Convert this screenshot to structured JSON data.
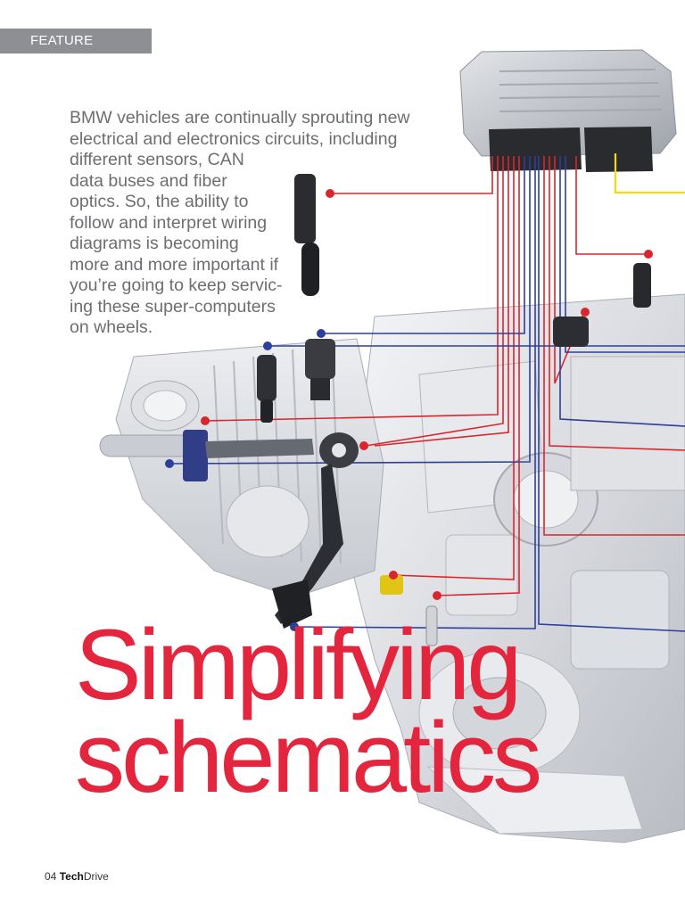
{
  "section_tag": "FEATURE",
  "intro_lines": [
    "BMW vehicles are continually sprouting new",
    "electrical and electronics circuits, including",
    "different sensors, CAN",
    "data buses and fiber",
    "optics. So, the ability to",
    "follow and interpret wiring",
    "diagrams is becoming",
    "more and more important if",
    "you’re going to keep servic-",
    "ing these super-computers",
    "on wheels."
  ],
  "headline": {
    "line1": "Simplifying",
    "line2": "schematics"
  },
  "footer": {
    "page_number": "04",
    "brand_bold": "Tech",
    "brand_regular": "Drive"
  },
  "colors": {
    "accent_red": "#e3263e",
    "wire_red": "#d9262e",
    "wire_blue": "#2d3f9a",
    "wire_yellow": "#f5d90a",
    "tag_gray": "#8e8f92",
    "body_text": "#6d6e71"
  }
}
